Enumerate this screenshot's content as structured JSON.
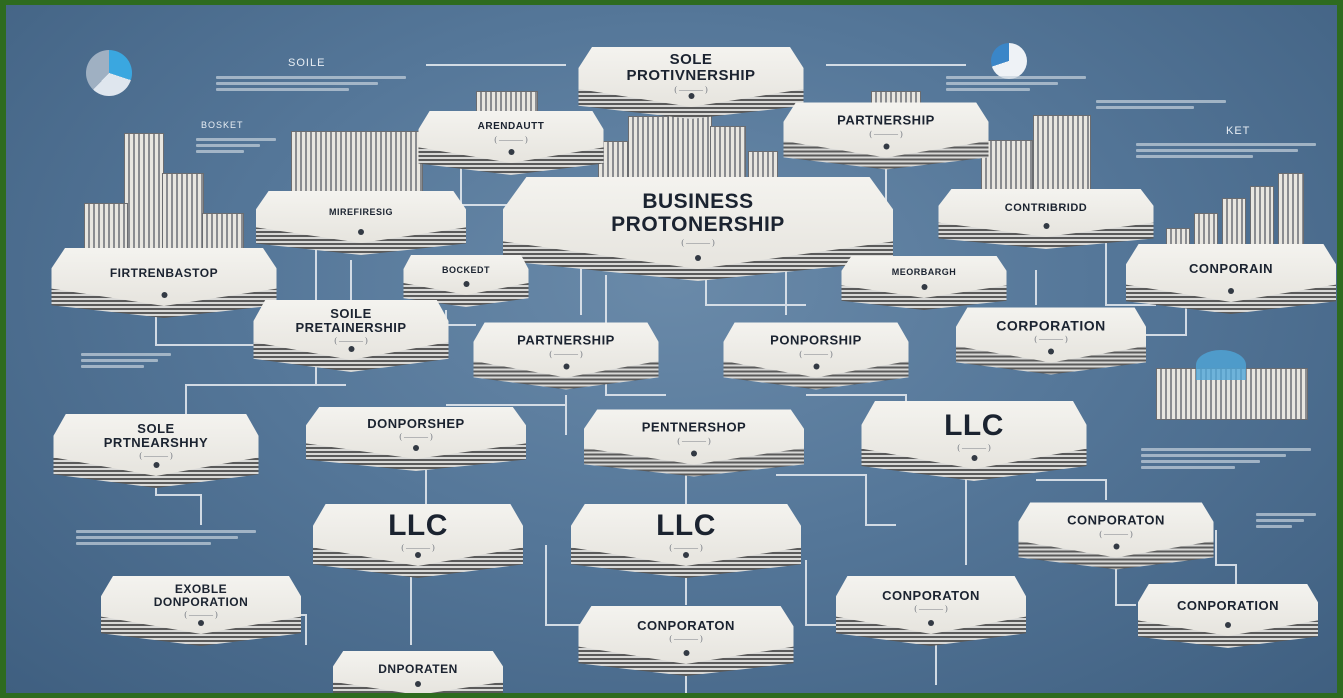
{
  "colors": {
    "frame": "#2e6b1f",
    "background": "#557799",
    "node_top": "#f4f3ef",
    "node_text": "#1b2330",
    "connector": "#e9edf2",
    "accent_blue": "#3aa7e0"
  },
  "corner_labels": {
    "top_left": "SOILE",
    "top_right_small": "KET",
    "building_left": "BOSKET"
  },
  "nodes": [
    {
      "id": "top-center-1",
      "label": "SOLE\nPROTIVNERSHIP",
      "x": 0
    },
    {
      "id": "top-center-2",
      "label": "BUSINESS\nPROTONERSHIP"
    },
    {
      "id": "top-left-a",
      "label": "ARENDAUTT"
    },
    {
      "id": "top-left-b",
      "label": "MIREFIRESIG"
    },
    {
      "id": "top-right-a",
      "label": "PARTNERSHIP"
    },
    {
      "id": "top-right-b",
      "label": "CONTRIBRIDD"
    },
    {
      "id": "left-big",
      "label": "FIRTRENBASTOP"
    },
    {
      "id": "right-big",
      "label": "CONPORAIN"
    },
    {
      "id": "mid-small-1",
      "label": "BOCKEDT"
    },
    {
      "id": "mid-small-2",
      "label": "MEORBARGH"
    },
    {
      "id": "row2-1",
      "label": "SOILE\nPRETAINERSHIP"
    },
    {
      "id": "row2-2",
      "label": "PARTNERSHIP"
    },
    {
      "id": "row2-3",
      "label": "PONPORSHIP"
    },
    {
      "id": "row2-4",
      "label": "CORPORATION"
    },
    {
      "id": "row3-1",
      "label": "SOLE\nPRTNEARSHHY"
    },
    {
      "id": "row3-2",
      "label": "DONPORSHEP"
    },
    {
      "id": "row3-3",
      "label": "PENTNERSHOP"
    },
    {
      "id": "row3-4",
      "label": "LLC"
    },
    {
      "id": "row4-1",
      "label": "LLC"
    },
    {
      "id": "row4-2",
      "label": "LLC"
    },
    {
      "id": "row4-3",
      "label": "CONPORATON"
    },
    {
      "id": "row5-1",
      "label": "EXOBLE\nDONPORATION"
    },
    {
      "id": "row5-2",
      "label": "CONPORATON"
    },
    {
      "id": "row5-3",
      "label": "CONPORATON"
    },
    {
      "id": "row5-4",
      "label": "CONPORATION"
    },
    {
      "id": "bottom",
      "label": "DNPORATEN"
    }
  ]
}
